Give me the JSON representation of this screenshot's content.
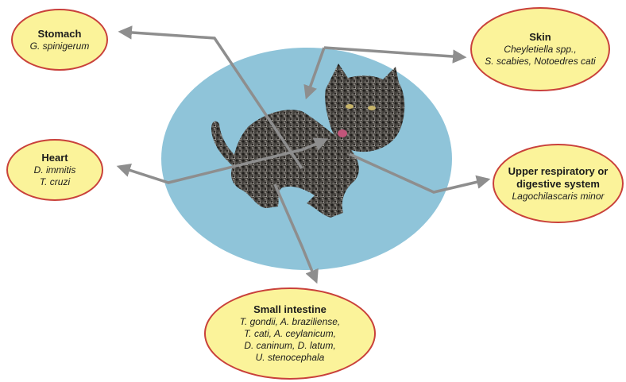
{
  "nodes": {
    "stomach": {
      "name": "Stomach",
      "parasites": [
        "G. spinigerum"
      ]
    },
    "skin": {
      "name": "Skin",
      "parasites": [
        "Cheyletiella spp.,",
        "S. scabies, Notoedres cati"
      ]
    },
    "heart": {
      "name": "Heart",
      "parasites": [
        "D. immitis",
        "T. cruzi"
      ]
    },
    "upper": {
      "name": "Upper respiratory or digestive system",
      "name_lines": [
        "Upper respiratory or",
        "digestive system"
      ],
      "parasites": [
        "Lagochilascaris minor"
      ]
    },
    "intestine": {
      "name": "Small intestine",
      "parasites": [
        "T. gondii, A. braziliense,",
        "T. cati, A. ceylanicum,",
        "D. caninum, D. latum,",
        "U. stenocephala"
      ]
    }
  },
  "colors": {
    "node_fill": "#fbf39a",
    "node_border": "#c9413b",
    "center_fill": "#8fc4d9",
    "arrow": "#8e8e8e"
  },
  "center_image": "cat-photo"
}
